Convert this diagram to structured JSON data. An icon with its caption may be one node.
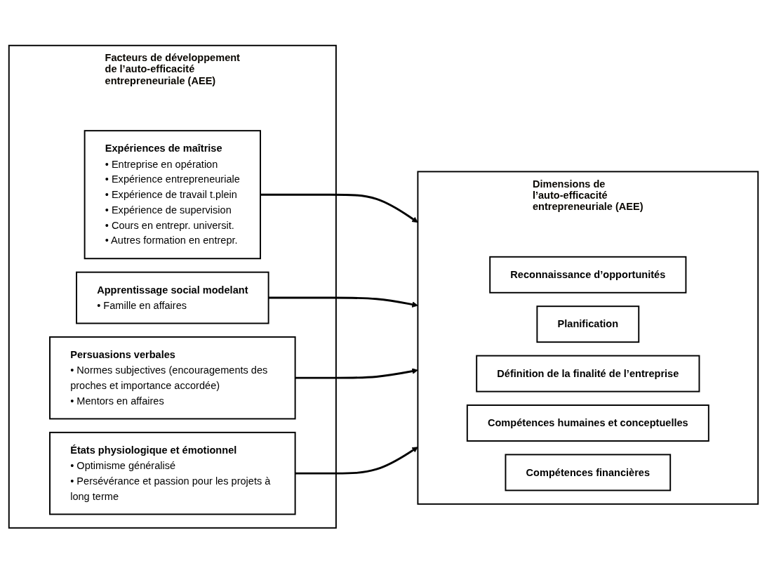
{
  "diagram": {
    "nodes": [
      {
        "text": [
          "Facteurs de développement de l’auto-efficacité entrepreneuriale (AEE)"
        ]
      },
      {
        "text": [
          "Expériences de maîtrise",
          "• Entreprise en opération",
          "• Expérience entrepreneuriale",
          "• Expérience de travail t.plein",
          "• Expérience de supervision",
          "• Cours en entrepr. universit.",
          "• Autres formation en entrepr."
        ],
        "in": 0
      },
      {
        "text": [
          "Apprentissage social modelant",
          "• Famille en affaires"
        ],
        "in": 0
      },
      {
        "text": [
          "Persuasions verbales",
          "• Normes subjectives (encouragements des proches et importance accordée)",
          "• Mentors en affaires"
        ],
        "in": 0
      },
      {
        "text": [
          "États physiologique et émotionnel",
          "• Optimisme généralisé",
          "• Persévérance et passion pour les projets à long terme"
        ],
        "in": 0
      },
      {
        "text": [
          "Dimensions de l’auto-efficacité entrepreneuriale (AEE)"
        ]
      },
      {
        "text": [
          "Reconnaissance d’opportunités"
        ],
        "in": 5
      },
      {
        "text": [
          "Planification"
        ],
        "in": 5
      },
      {
        "text": [
          "Définition de la finalité de l’entreprise"
        ],
        "in": 5
      },
      {
        "text": [
          "Compétences humaines et conceptuelles"
        ],
        "in": 5
      },
      {
        "text": [
          "Compétences financières"
        ],
        "in": 5
      }
    ],
    "edges": [
      {
        "from": 1,
        "to": 5,
        "arrow": "to"
      },
      {
        "from": 2,
        "to": 5,
        "arrow": "to"
      },
      {
        "from": 3,
        "to": 5,
        "arrow": "to"
      },
      {
        "from": 4,
        "to": 5,
        "arrow": "to"
      }
    ]
  }
}
